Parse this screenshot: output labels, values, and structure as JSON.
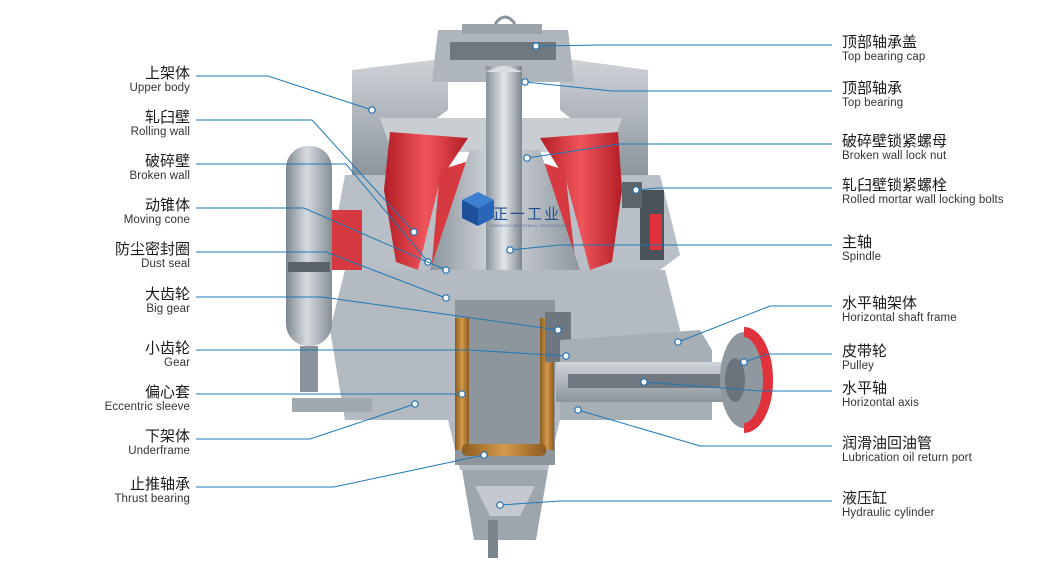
{
  "brand": {
    "logo_text": "正一工业",
    "logo_subtext": "ZHENGYI INDUSTRIAL TECHNOLOGY"
  },
  "colors": {
    "accent_line": "#1f78b4",
    "dot": "#1f6fb0",
    "red_parts": "#e0323a",
    "steel": "#9aa3ab"
  },
  "labels_left": [
    {
      "cn": "上架体",
      "en": "Upper body"
    },
    {
      "cn": "轧臼壁",
      "en": "Rolling wall"
    },
    {
      "cn": "破碎壁",
      "en": "Broken wall"
    },
    {
      "cn": "动锥体",
      "en": "Moving cone"
    },
    {
      "cn": "防尘密封圈",
      "en": "Dust seal"
    },
    {
      "cn": "大齿轮",
      "en": "Big gear"
    },
    {
      "cn": "小齿轮",
      "en": "Gear"
    },
    {
      "cn": "偏心套",
      "en": "Eccentric sleeve"
    },
    {
      "cn": "下架体",
      "en": "Underframe"
    },
    {
      "cn": "止推轴承",
      "en": "Thrust bearing"
    }
  ],
  "labels_right": [
    {
      "cn": "顶部轴承盖",
      "en": "Top bearing cap"
    },
    {
      "cn": "顶部轴承",
      "en": "Top bearing"
    },
    {
      "cn": "破碎壁锁紧螺母",
      "en": "Broken wall lock nut"
    },
    {
      "cn": "轧臼壁锁紧螺栓",
      "en": "Rolled mortar wall locking bolts"
    },
    {
      "cn": "主轴",
      "en": "Spindle"
    },
    {
      "cn": "水平轴架体",
      "en": "Horizontal shaft frame"
    },
    {
      "cn": "皮带轮",
      "en": "Pulley"
    },
    {
      "cn": "水平轴",
      "en": "Horizontal axis"
    },
    {
      "cn": "润滑油回油管",
      "en": "Lubrication oil return port"
    },
    {
      "cn": "液压缸",
      "en": "Hydraulic cylinder"
    }
  ]
}
